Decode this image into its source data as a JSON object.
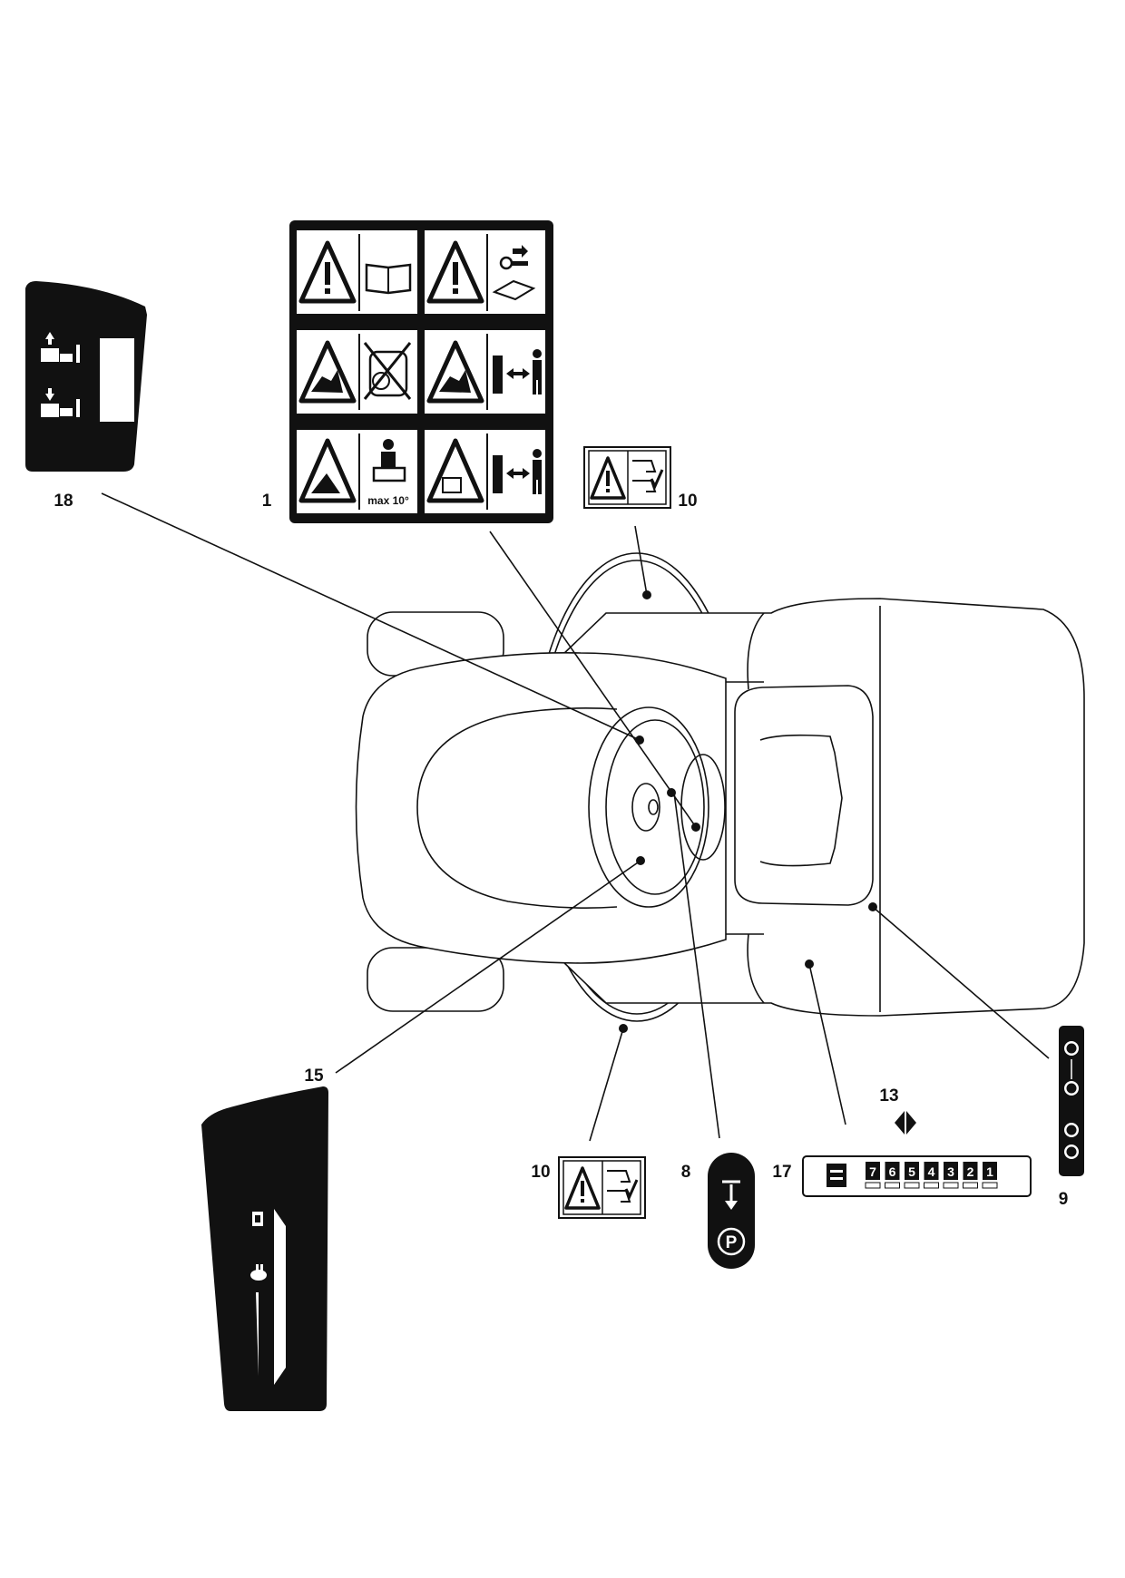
{
  "callouts": {
    "c1": "1",
    "c8": "8",
    "c9": "9",
    "c10_top": "10",
    "c10_bottom": "10",
    "c13": "13",
    "c15": "15",
    "c17": "17",
    "c18": "18"
  },
  "decal1": {
    "slope_text": "max 10°"
  },
  "decal17": {
    "gears": [
      "7",
      "6",
      "5",
      "4",
      "3",
      "2",
      "1"
    ]
  },
  "icons": {
    "warning": "warning-triangle-icon",
    "manual": "manual-book-icon",
    "key": "remove-key-icon",
    "parking": "parking-brake-icon",
    "rabbit": "fast-speed-icon"
  },
  "colors": {
    "ink": "#111111",
    "paper": "#ffffff"
  }
}
